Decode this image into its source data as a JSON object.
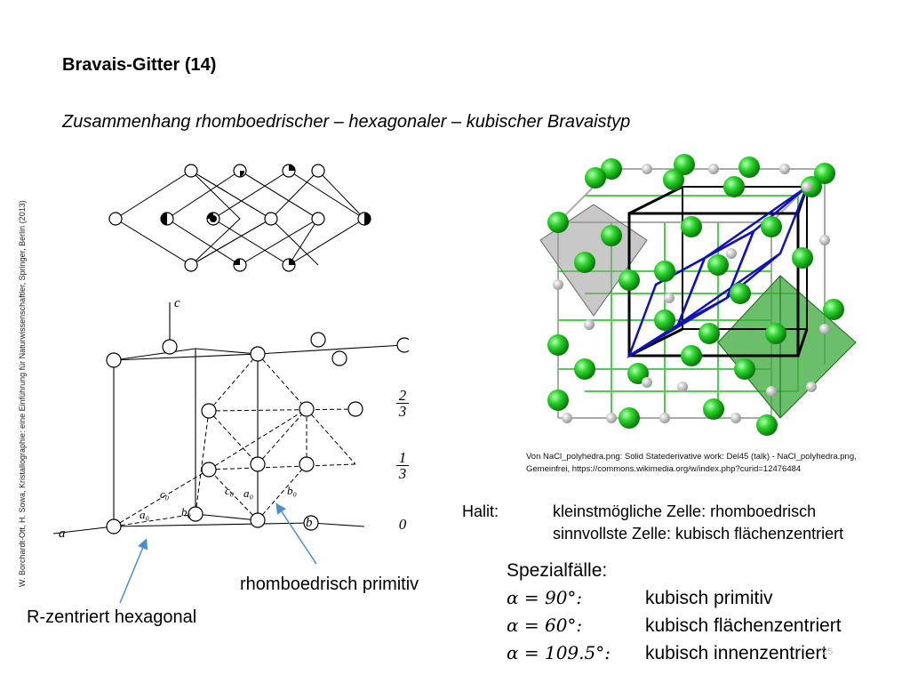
{
  "slide": {
    "title": "Bravais-Gitter (14)",
    "subtitle": "Zusammenhang rhomboedrischer – hexagonaler – kubischer Bravaistyp",
    "side_credit": "W. Borchardt-Ott, H. Sowa, Kristallographie: eine Einführung für Naturwissenschaftler, Springer, Berlin (2013)",
    "page_number": "25"
  },
  "lattice_figure": {
    "axis_c": "c",
    "axis_a": "a",
    "axis_b": "b",
    "hex_labels": [
      "c₀",
      "a₀",
      "b₀"
    ],
    "rhombo_labels": [
      "c₀",
      "a₀",
      "b₀"
    ],
    "fractions": [
      {
        "num": "2",
        "den": "3"
      },
      {
        "num": "1",
        "den": "3"
      },
      {
        "num": "0",
        "den": ""
      }
    ],
    "label_rhombo": "rhomboedrisch primitiv",
    "label_rhex": "R-zentriert hexagonal"
  },
  "nacl_figure": {
    "credit": "Von NaCl_polyhedra.png: Solid Statederivative work: Del45 (talk) - NaCl_polyhedra.png, Gemeinfrei, https://commons.wikimedia.org/w/index.php?curid=12476484",
    "colors": {
      "cl": "#22cc22",
      "na": "#cccccc",
      "cube": "#000000",
      "rhombo": "#1010c0",
      "octa": "#3aaa3a"
    }
  },
  "halit": {
    "label": "Halit:",
    "line1": "kleinstmögliche Zelle: rhomboedrisch",
    "line2": "sinnvollste Zelle: kubisch flächenzentriert"
  },
  "special_cases": {
    "header": "Spezialfälle:",
    "rows": [
      {
        "angle": "α = 90°:",
        "desc": "kubisch primitiv"
      },
      {
        "angle": "α = 60°:",
        "desc": "kubisch flächenzentriert"
      },
      {
        "angle": "α = 109.5°:",
        "desc": "kubisch innenzentriert"
      }
    ]
  }
}
